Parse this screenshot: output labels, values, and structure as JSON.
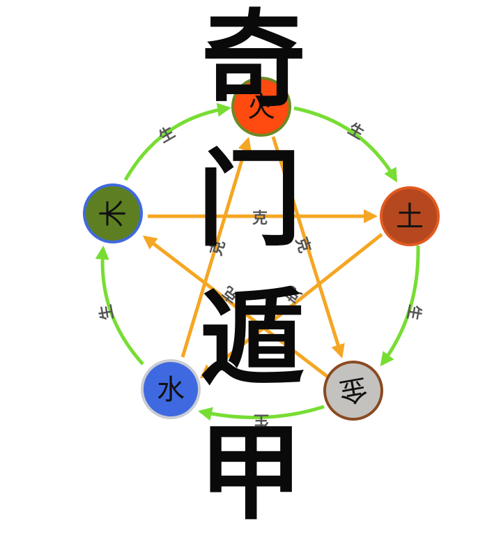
{
  "diagram": {
    "title_chars": [
      "奇",
      "门",
      "遁",
      "甲"
    ],
    "colors": {
      "generate": "#77dd33",
      "overcome": "#f5a623",
      "fire": "#ff4a10",
      "earth": "#b5481e",
      "metal": "#c4c2be",
      "water": "#3f69e0",
      "wood": "#5d7f22"
    },
    "nodes": [
      {
        "id": "fire",
        "glyph": "火",
        "icon": "fire-seal-icon"
      },
      {
        "id": "earth",
        "glyph": "土",
        "icon": "earth-seal-icon"
      },
      {
        "id": "metal",
        "glyph": "金",
        "icon": "metal-seal-icon"
      },
      {
        "id": "water",
        "glyph": "水",
        "icon": "water-seal-icon"
      },
      {
        "id": "wood",
        "glyph": "木",
        "icon": "wood-seal-icon"
      }
    ],
    "generate_label": "生",
    "overcome_label": "克"
  }
}
